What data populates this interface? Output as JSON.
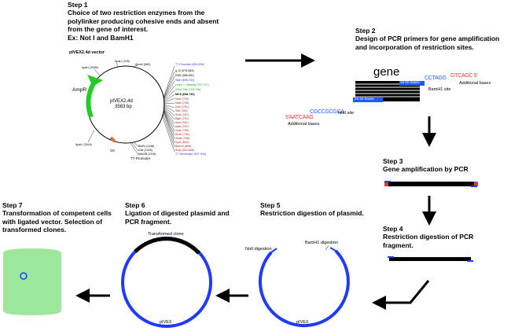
{
  "steps": [
    {
      "title": "Step 1",
      "desc": "Choice of two restriction enzymes from the polylinker producing cohesive ends and absent from the gene of interest.",
      "example": "Ex: Not I and BamH1"
    },
    {
      "title": "Step 2",
      "desc": "Design of PCR primers for gene amplification and incorporation of restriction sites."
    },
    {
      "title": "Step 3",
      "desc": "Gene amplification by PCR"
    },
    {
      "title": "Step 4",
      "desc": "Restriction digestion of PCR fragment."
    },
    {
      "title": "Step 5",
      "desc": "Restriction digestion of plasmid."
    },
    {
      "title": "Step 6",
      "desc": "Ligation of digested plasmid and PCR fragment."
    },
    {
      "title": "Step 7",
      "desc": "Transformation of competent cells with ligated vector. Selection of transformed clones."
    }
  ],
  "vector": {
    "caption": "pIVEX2.4d vector",
    "name": "pIVEX2.4d",
    "size": "3583 bp",
    "ampr": "AmpR",
    "ori": "Ori",
    "t7_promoter_bottom": "T7-Promoter",
    "left_labels": [
      "ApaLI (378)",
      "ApaLI (5096)",
      "ApaLI (2644)"
    ],
    "top_labels": [
      "AlwnII (682)"
    ],
    "bottom_labels": [
      "BsrBI (1348)",
      "ClaI (1325)",
      "MlsI2B (1316)"
    ],
    "right_labels": [
      {
        "text": "T7-Promoter (620-636)",
        "color": "#3333bb"
      },
      {
        "text": "g 10 (675-683)",
        "color": "#000000"
      },
      {
        "text": "RBS (686-691)",
        "color": "#000000"
      },
      {
        "text": "Start (698-701)",
        "color": "#3333bb"
      },
      {
        "text": "Linker + His6tag (702-797)",
        "color": "#22aa22"
      },
      {
        "text": "Xbhd Site (729-746)",
        "color": "#22aa22"
      },
      {
        "text": "MCS (698-740)",
        "color": "#000000"
      },
      {
        "text": "NcoI (700)",
        "color": "#aa2222"
      },
      {
        "text": "NdeI (745)",
        "color": "#aa2222"
      },
      {
        "text": "NheI (751)",
        "color": "#aa2222"
      },
      {
        "text": "SalI (763)",
        "color": "#aa2222"
      },
      {
        "text": "XhoI (767)",
        "color": "#aa2222"
      },
      {
        "text": "BglII (770)",
        "color": "#aa2222"
      },
      {
        "text": "SacI (782)",
        "color": "#aa2222"
      },
      {
        "text": "AatII (787)",
        "color": "#aa2222"
      },
      {
        "text": "XbaI (789)",
        "color": "#aa2222"
      },
      {
        "text": "SmaI (795)",
        "color": "#aa2222"
      },
      {
        "text": "XmaI (798)",
        "color": "#aa2222"
      },
      {
        "text": "KpnI (803)",
        "color": "#aa2222"
      },
      {
        "text": "BamHI (806)",
        "color": "#aa2222"
      },
      {
        "text": "Stop (814-826)",
        "color": "#aa2222"
      },
      {
        "text": "T7-Terminator (907-943)",
        "color": "#3333bb"
      }
    ]
  },
  "gene_panel": {
    "gene_label": "gene",
    "bases_right": "15-20 bases",
    "bases_left": "15-20 bases",
    "seq_right_blue": "CCTAGG",
    "seq_right_red": "GTCAGC 5'",
    "additional_right": "Additional bases",
    "bamh1_site": "BamH1 site",
    "seq_left_red": "5'AATCAAG",
    "seq_left_blue": "CGCCGCGCA",
    "additional_left": "Additional bases",
    "noti_site": "NotI site"
  },
  "step5_labels": {
    "noti": "NotI digestion",
    "bamh1": "BamH1 digestion",
    "plasmid": "pIVEX"
  },
  "step6_labels": {
    "clone": "Transformed clone",
    "plasmid": "pIVEX"
  },
  "colors": {
    "blue": "#1f3bff",
    "red": "#e23a3a",
    "green": "#9ce79c",
    "ampr_green": "#22cc22"
  }
}
